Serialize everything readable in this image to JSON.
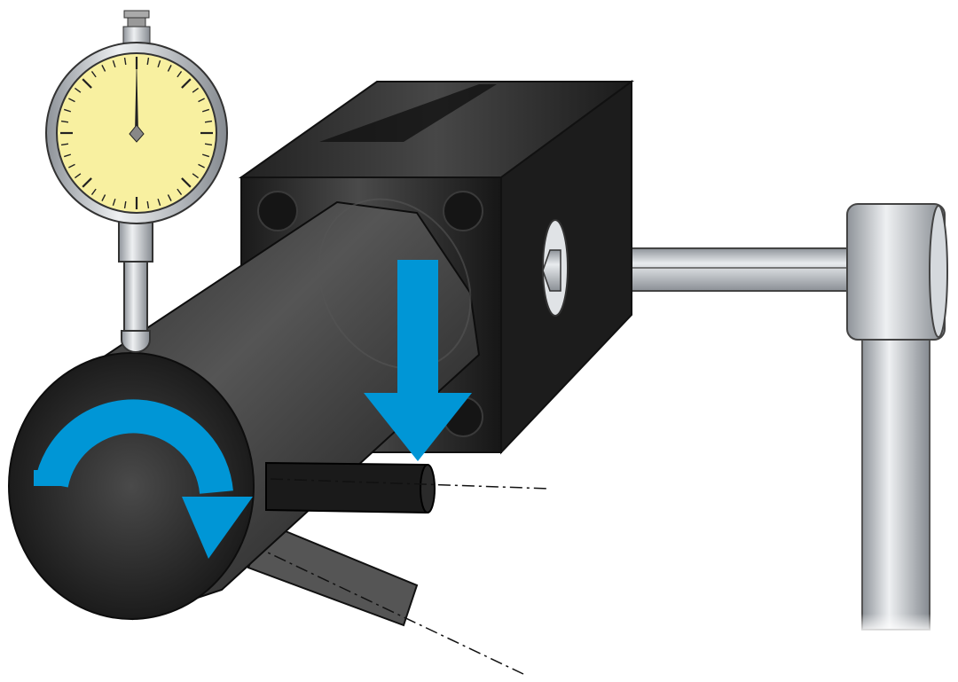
{
  "figure": {
    "kind": "technical illustration",
    "components": [
      "dial-indicator",
      "v-block-fixture",
      "cylindrical-workpiece",
      "rotation-arrow",
      "force-arrow",
      "support-arm",
      "support-post",
      "pins"
    ],
    "colors": {
      "background": "#ffffff",
      "accent_arrow": "#0096d6",
      "body_black": "#1e1e1e",
      "dial_face": "#f8f0a0",
      "metal_gray": "#b8bcc2"
    }
  }
}
